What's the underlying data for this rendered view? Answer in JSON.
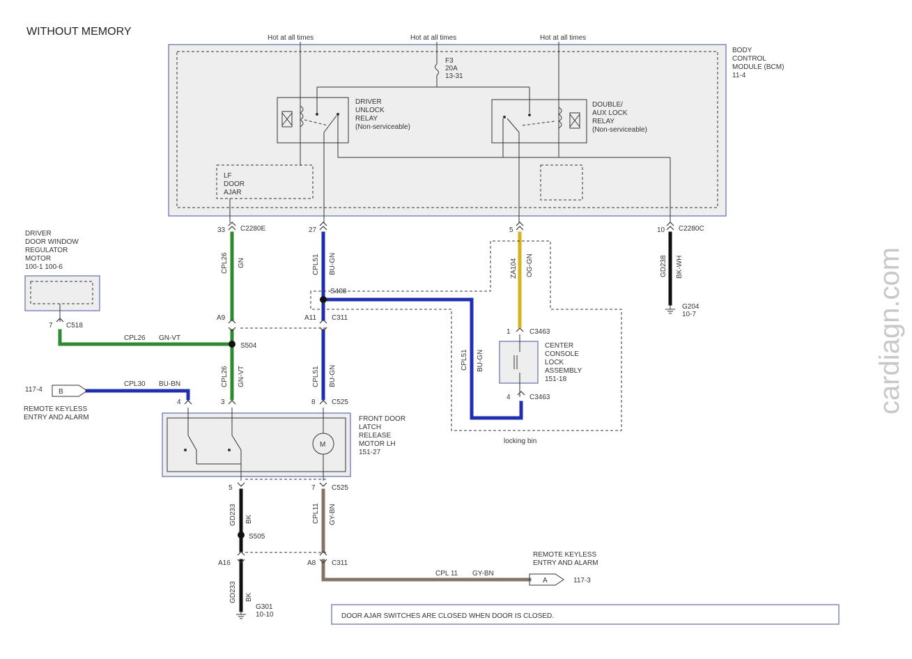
{
  "title": "WITHOUT MEMORY",
  "watermark": "cardiagn.com",
  "note": "DOOR AJAR SWITCHES ARE CLOSED WHEN DOOR IS CLOSED.",
  "bcm": {
    "lines": [
      "BODY",
      "CONTROL",
      "MODULE (BCM)",
      "11-4"
    ]
  },
  "hot_labels": [
    "Hot at all times",
    "Hot at all times",
    "Hot at all times"
  ],
  "fuse": {
    "lines": [
      "F3",
      "20A",
      "13-31"
    ]
  },
  "driver_relay": {
    "lines": [
      "DRIVER",
      "UNLOCK",
      "RELAY",
      "(Non-serviceable)"
    ]
  },
  "double_relay": {
    "lines": [
      "DOUBLE/",
      "AUX LOCK",
      "RELAY",
      "(Non-serviceable)"
    ]
  },
  "lf_door_ajar": {
    "lines": [
      "LF",
      "DOOR",
      "AJAR"
    ]
  },
  "window_motor": {
    "lines": [
      "DRIVER",
      "DOOR WINDOW",
      "REGULATOR",
      "MOTOR",
      "100-1   100-6"
    ]
  },
  "center_console": {
    "lines": [
      "CENTER",
      "CONSOLE",
      "LOCK",
      "ASSEMBLY",
      "151-18"
    ]
  },
  "front_latch": {
    "lines": [
      "FRONT DOOR",
      "LATCH",
      "RELEASE",
      "MOTOR LH",
      "151-27"
    ]
  },
  "remote_b": {
    "ref": "117-4",
    "letter": "B",
    "lines": [
      "REMOTE KEYLESS",
      "ENTRY AND ALARM"
    ]
  },
  "remote_a": {
    "ref": "117-3",
    "letter": "A",
    "lines": [
      "REMOTE KEYLESS",
      "ENTRY AND ALARM"
    ]
  },
  "locking_bin": "locking bin",
  "motor_symbol": "M",
  "grounds": {
    "g204": [
      "G204",
      "10-7"
    ],
    "g301": [
      "G301",
      "10-10"
    ]
  },
  "connectors": {
    "c2280e": "C2280E",
    "c2280c": "C2280C",
    "c518": "C518",
    "c311a": "C311",
    "c311b": "C311",
    "c525a": "C525",
    "c525b": "C525",
    "c3463a": "C3463",
    "c3463b": "C3463"
  },
  "pins": {
    "p33": "33",
    "p27": "27",
    "p5": "5",
    "p10": "10",
    "p7a": "7",
    "pA9": "A9",
    "pA11": "A11",
    "p4": "4",
    "p3": "3",
    "p8": "8",
    "p5b": "5",
    "p7b": "7",
    "pA16": "A16",
    "pA8": "A8",
    "p1": "1",
    "p4b": "4"
  },
  "splices": {
    "s408": "S408",
    "s504": "S504",
    "s505": "S505"
  },
  "wire_labels": {
    "cpl26_gn_c": "CPL26",
    "cpl26_gn_k": "GN",
    "cpl51_top_c": "CPL51",
    "cpl51_top_k": "BU-GN",
    "za104_c": "ZA104",
    "za104_k": "OG-GN",
    "gd238_c": "GD238",
    "gd238_k": "BK-WH",
    "cpl26_h_c": "CPL26",
    "cpl26_h_k": "GN-VT",
    "cpl26_v_c": "CPL26",
    "cpl26_v_k": "GN-VT",
    "cpl51_mid_c": "CPL51",
    "cpl51_mid_k": "BU-GN",
    "cpl51_loop_c": "CPL51",
    "cpl51_loop_k": "BU-GN",
    "cpl30_c": "CPL30",
    "cpl30_k": "BU-BN",
    "gd233a_c": "GD233",
    "gd233a_k": "BK",
    "cpl11_v_c": "CPL11",
    "cpl11_v_k": "GY-BN",
    "gd233b_c": "GD233",
    "gd233b_k": "BK",
    "cpl11_h_c": "CPL 11",
    "cpl11_h_k": "GY-BN"
  },
  "colors": {
    "green": "#2f8a2f",
    "blue": "#1f2fb0",
    "yellow": "#d6b21e",
    "black": "#111111",
    "brown": "#857468",
    "box_border": "#7f86b8",
    "box_fill": "#eeeeee"
  }
}
